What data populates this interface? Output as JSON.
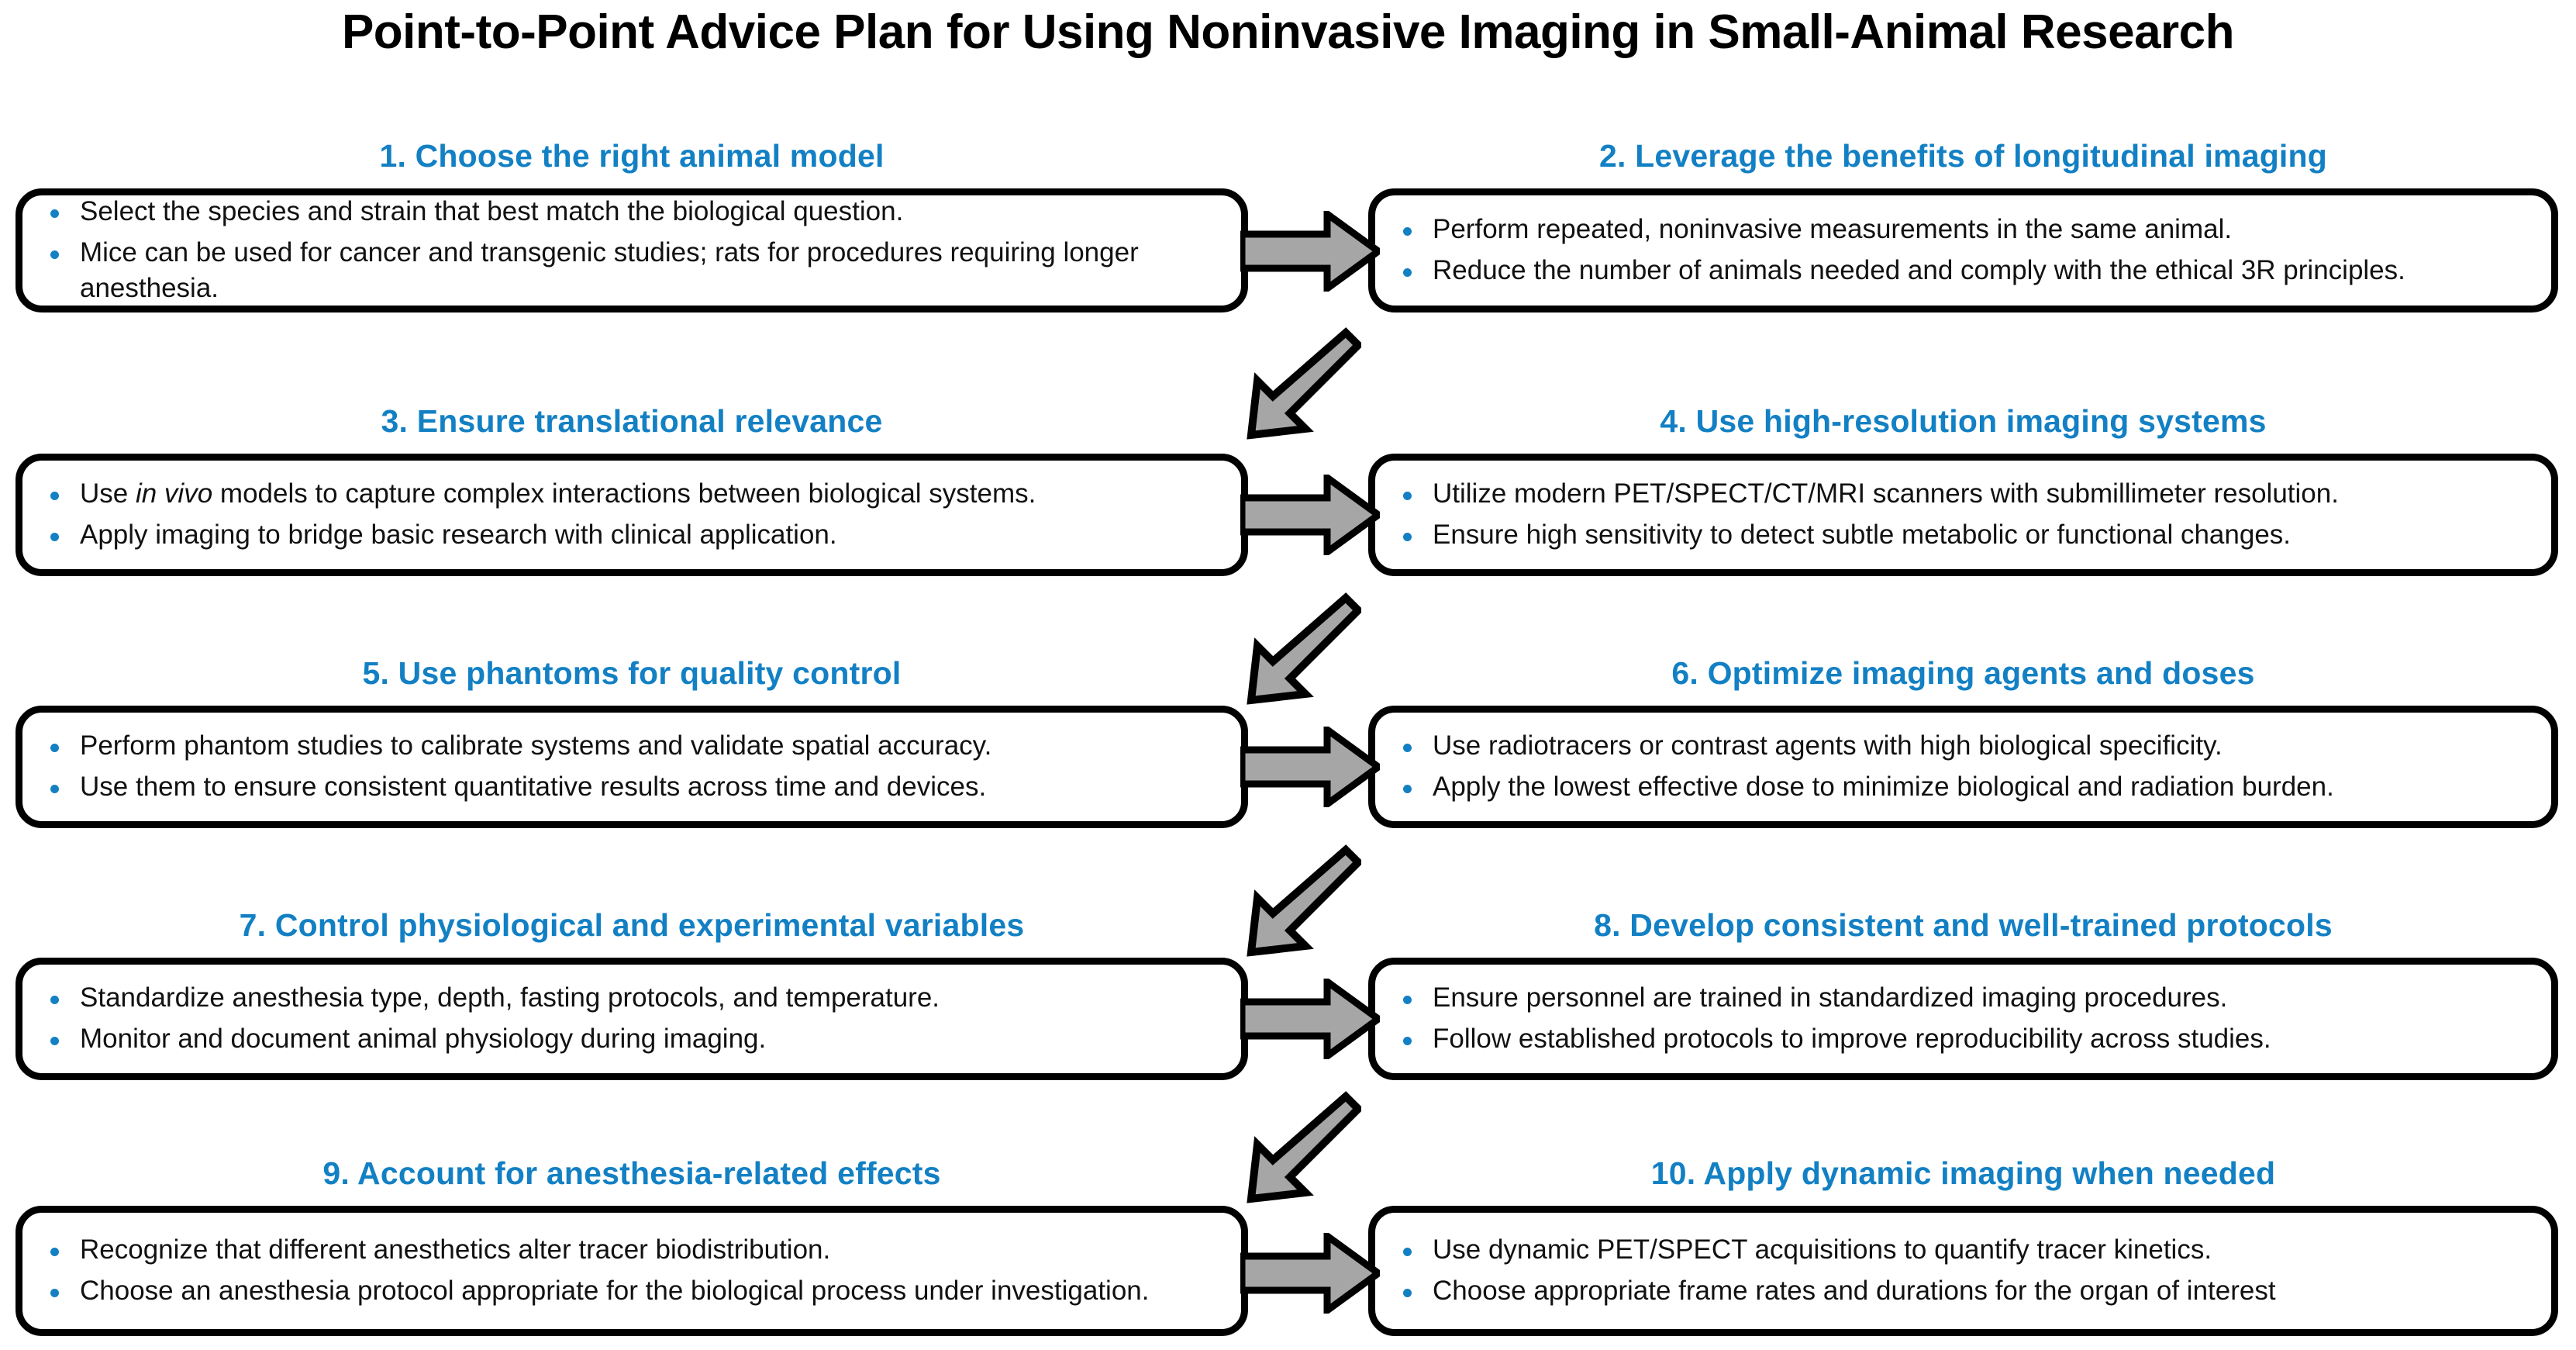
{
  "title": "Point-to-Point Advice Plan for Using Noninvasive Imaging in Small-Animal Research",
  "colors": {
    "heading_blue": "#1380C4",
    "bullet_blue": "#1380C4",
    "box_border": "#000000",
    "arrow_fill": "#A6A6A6",
    "arrow_outline": "#000000",
    "background": "#FFFFFF",
    "title_text": "#000000",
    "body_text": "#111111"
  },
  "steps": [
    {
      "number": "1",
      "heading": "1. Choose the right animal model",
      "bullets": [
        "Select the species and strain that best match the biological question.",
        "Mice can be used for cancer and transgenic studies; rats for procedures requiring longer anesthesia."
      ]
    },
    {
      "number": "2",
      "heading": "2. Leverage the benefits of longitudinal  imaging",
      "bullets": [
        "Perform repeated, noninvasive measurements in the same animal.",
        "Reduce the number of animals needed and comply with the ethical 3R principles."
      ]
    },
    {
      "number": "3",
      "heading": "3. Ensure translational  relevance",
      "bullets": [
        "Use in vivo models to capture complex interactions between biological systems.",
        "Apply imaging to bridge basic research with clinical application."
      ]
    },
    {
      "number": "4",
      "heading": "4. Use high-resolution  imaging systems",
      "bullets": [
        "Utilize modern PET/SPECT/CT/MRI  scanners with submillimeter resolution.",
        "Ensure high sensitivity to detect subtle metabolic or functional changes."
      ]
    },
    {
      "number": "5",
      "heading": "5. Use phantoms for quality control",
      "bullets": [
        "Perform phantom studies to calibrate systems and validate spatial accuracy.",
        "Use them to ensure consistent quantitative results across time and devices."
      ]
    },
    {
      "number": "6",
      "heading": "6. Optimize imaging agents and doses",
      "bullets": [
        "Use radiotracers or contrast agents with high biological specificity.",
        "Apply the lowest effective dose to minimize biological and radiation burden."
      ]
    },
    {
      "number": "7",
      "heading": "7. Control physiological and experimental variables",
      "bullets": [
        "Standardize anesthesia type, depth, fasting protocols, and temperature.",
        "Monitor and document animal physiology during imaging."
      ]
    },
    {
      "number": "8",
      "heading": "8. Develop consistent and well-trained protocols",
      "bullets": [
        "Ensure personnel are trained in standardized imaging procedures.",
        "Follow established protocols to improve reproducibility across studies."
      ]
    },
    {
      "number": "9",
      "heading": "9. Account for anesthesia-related  effects",
      "bullets": [
        "Recognize that different anesthetics alter tracer biodistribution.",
        "Choose an anesthesia protocol appropriate for the biological process under investigation."
      ]
    },
    {
      "number": "10",
      "heading": "10. Apply dynamic imaging when needed",
      "bullets": [
        "Use dynamic PET/SPECT acquisitions to quantify tracer kinetics.",
        "Choose appropriate frame rates and durations for the organ of interest"
      ]
    }
  ],
  "connectors": [
    {
      "name": "arrow-1-to-2",
      "direction": "right"
    },
    {
      "name": "arrow-2-to-3",
      "direction": "down-left"
    },
    {
      "name": "arrow-3-to-4",
      "direction": "right"
    },
    {
      "name": "arrow-4-to-5",
      "direction": "down-left"
    },
    {
      "name": "arrow-5-to-6",
      "direction": "right"
    },
    {
      "name": "arrow-6-to-7",
      "direction": "down-left"
    },
    {
      "name": "arrow-7-to-8",
      "direction": "right"
    },
    {
      "name": "arrow-8-to-9",
      "direction": "down-left"
    },
    {
      "name": "arrow-9-to-10",
      "direction": "right"
    }
  ]
}
